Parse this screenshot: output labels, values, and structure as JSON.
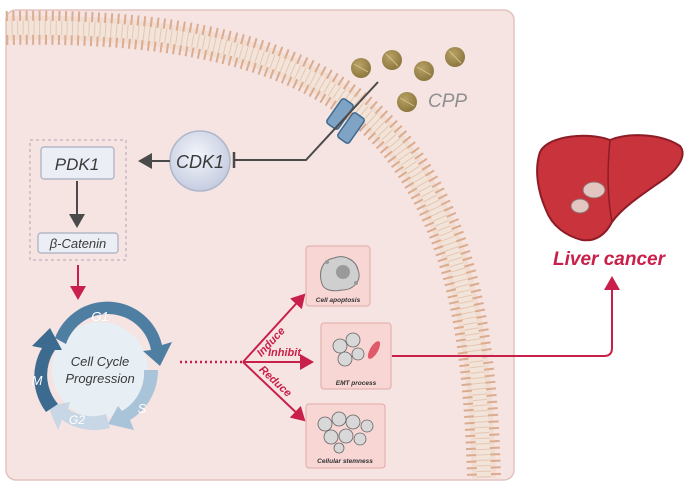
{
  "labels": {
    "cpp": "CPP",
    "cdk1": "CDK1",
    "pdk1": "PDK1",
    "beta_catenin": "β-Catenin",
    "g1": "G1",
    "g2": "G2",
    "s_phase": "S",
    "m_phase": "M",
    "cycle_line1": "Cell Cycle",
    "cycle_line2": "Progression",
    "induce": "Induce",
    "inhibit": "Inhibit",
    "reduce": "Reduce",
    "cell_apoptosis": "Cell apoptosis",
    "emt_process": "EMT process",
    "cellular_stemness": "Cellular stemness",
    "liver_cancer": "Liver cancer"
  },
  "colors": {
    "cell_fill": "#f6e4e2",
    "membrane": "#d9a98a",
    "crimson": "#c8204a",
    "dark_arrow": "#4a4a4a",
    "cycle_blue": "#4f7ea3",
    "cycle_light": "#a9c3d8",
    "liver_fill": "#c8333c",
    "ball_brown": "#9a8449"
  }
}
